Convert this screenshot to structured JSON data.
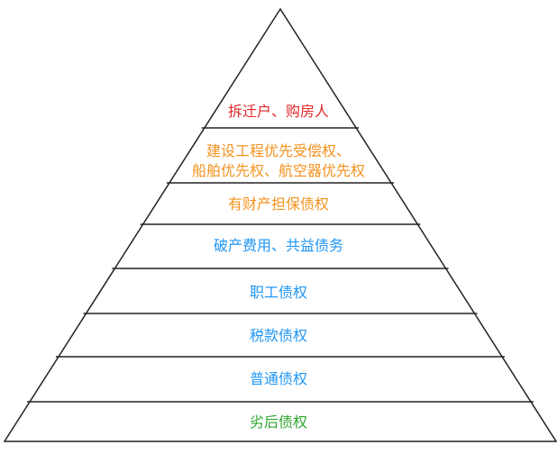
{
  "title": "破产清偿顺序金字塔",
  "colors": {
    "red": "#e0282a",
    "orange": "#f39320",
    "blue": "#2196f3",
    "green": "#2ea52e",
    "line": "#222222"
  },
  "levels": [
    {
      "lines": [
        "拆迁户、购房人"
      ],
      "color": "red"
    },
    {
      "lines": [
        "建设工程优先受偿权、",
        "船舶优先权、航空器优先权"
      ],
      "color": "orange"
    },
    {
      "lines": [
        "有财产担保债权"
      ],
      "color": "orange"
    },
    {
      "lines": [
        "破产费用、共益债务"
      ],
      "color": "blue"
    },
    {
      "lines": [
        "职工债权"
      ],
      "color": "blue"
    },
    {
      "lines": [
        "税款债权"
      ],
      "color": "blue"
    },
    {
      "lines": [
        "普通债权"
      ],
      "color": "blue"
    },
    {
      "lines": [
        "劣后债权"
      ],
      "color": "green"
    }
  ]
}
